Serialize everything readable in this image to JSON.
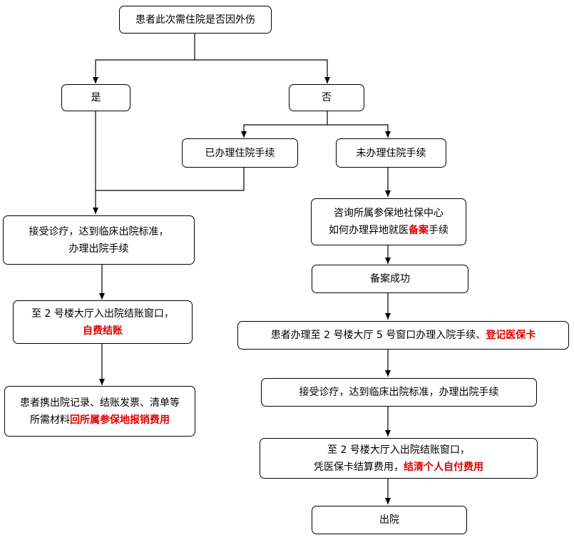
{
  "colors": {
    "highlight": "#e00000",
    "border": "#000000"
  },
  "nodes": {
    "root": {
      "text": "患者此次需住院是否因外伤"
    },
    "yes": {
      "text": "是"
    },
    "no": {
      "text": "否"
    },
    "registered": {
      "text": "已办理住院手续"
    },
    "unregistered": {
      "text": "未办理住院手续"
    },
    "left_treat": {
      "line1": "接受诊疗，达到临床出院标准，",
      "line2": "办理出院手续"
    },
    "left_pay": {
      "line1": "至 2 号楼大厅入出院结账窗口，",
      "line2_highlight": "自费结账"
    },
    "left_reimburse": {
      "line1": "患者携出院记录、结账发票、清单等",
      "line2_prefix": "所需材料",
      "line2_highlight": "回所属参保地报销费用"
    },
    "consult": {
      "line1": "咨询所属参保地社保中心",
      "line2_prefix": "如何办理异地就医",
      "line2_highlight": "备案",
      "line2_suffix": "手续"
    },
    "record_ok": {
      "text": "备案成功"
    },
    "admit": {
      "prefix": "患者办理至 2 号楼大厅 5 号窗口办理入院手续、",
      "highlight": "登记医保卡"
    },
    "right_treat": {
      "text": "接受诊疗，达到临床出院标准，办理出院手续"
    },
    "right_pay": {
      "line1": "至 2 号楼大厅入出院结账窗口，",
      "line2_prefix": "凭医保卡结算费用，",
      "line2_highlight": "结清个人自付费用"
    },
    "discharge": {
      "text": "出院"
    }
  }
}
